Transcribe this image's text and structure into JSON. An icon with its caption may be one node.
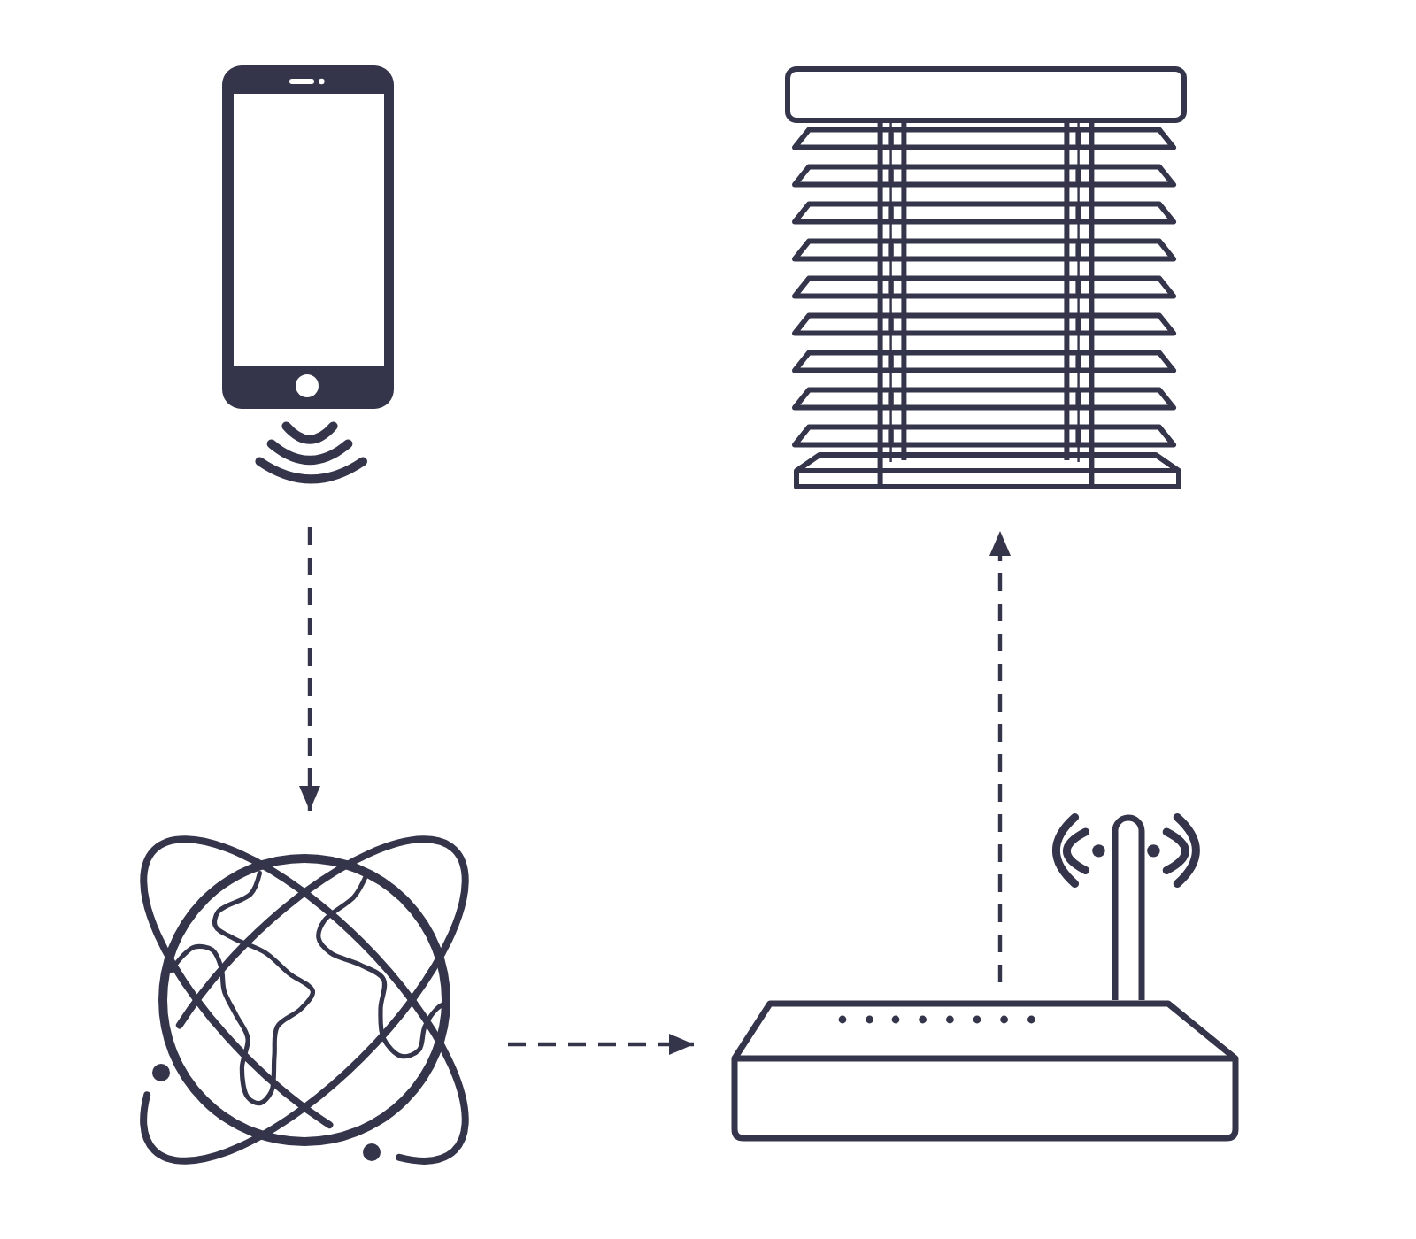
{
  "diagram": {
    "nodes": [
      {
        "text": [],
        "shape": "picture"
      },
      {
        "text": [],
        "shape": "picture"
      },
      {
        "text": [],
        "shape": "picture"
      },
      {
        "text": [],
        "shape": "picture"
      }
    ],
    "edges": [
      {
        "from": 0,
        "to": 2,
        "arrow": "to",
        "style": "dashed"
      },
      {
        "from": 2,
        "to": 3,
        "arrow": "to",
        "style": "dashed"
      },
      {
        "from": 3,
        "to": 1,
        "arrow": "to",
        "style": "dashed"
      }
    ]
  }
}
